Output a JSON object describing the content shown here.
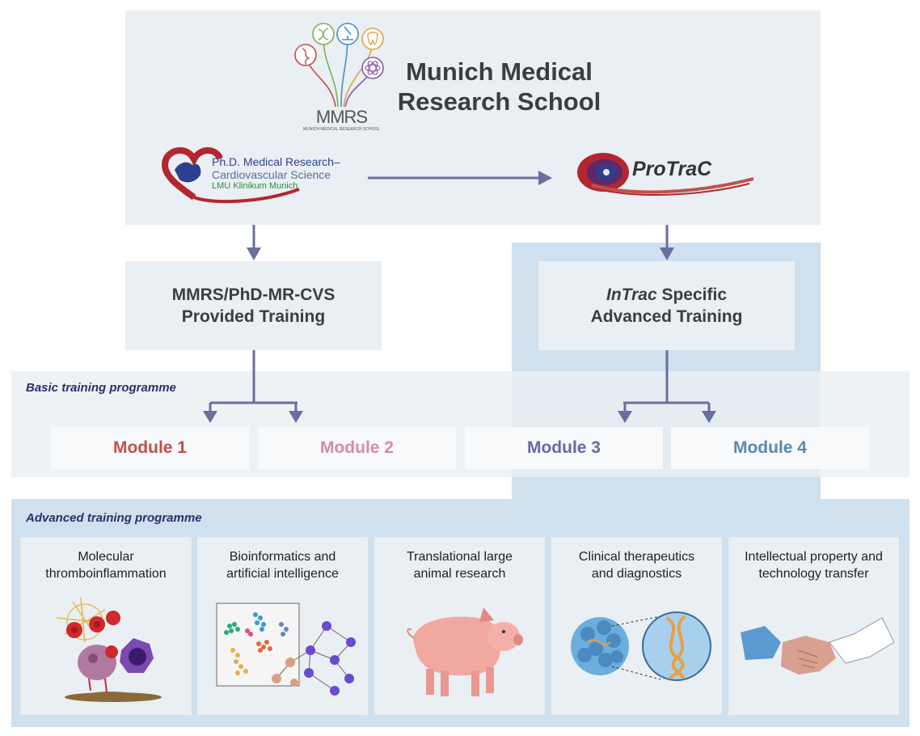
{
  "header": {
    "title_line1": "Munich Medical",
    "title_line2": "Research School",
    "mmrs_logo": {
      "acronym": "MMRS",
      "subtitle": "MUNICH MEDICAL RESEARCH SCHOOL",
      "icons": [
        "dna-icon",
        "microscope-icon",
        "tooth-icon",
        "vessel-icon",
        "atom-icon"
      ]
    },
    "phd_logo": {
      "line1": "Ph.D. Medical Research–",
      "line2": "Cardiovascular Science",
      "line3": "LMU Klinikum Munich"
    },
    "protrac_logo": {
      "name": "ProTraC"
    }
  },
  "boxes": {
    "left": {
      "line1": "MMRS/PhD-MR-CVS",
      "line2": "Provided Training"
    },
    "right": {
      "italic": "InTrac",
      "rest": " Specific",
      "line2": "Advanced Training"
    }
  },
  "basic": {
    "label": "Basic training programme",
    "modules": [
      {
        "label": "Module 1",
        "color": "#c0504d"
      },
      {
        "label": "Module 2",
        "color": "#d48bb0"
      },
      {
        "label": "Module 3",
        "color": "#6b67a8"
      },
      {
        "label": "Module 4",
        "color": "#5b88b0"
      }
    ]
  },
  "advanced": {
    "label": "Advanced training programme",
    "cards": [
      {
        "line1": "Molecular",
        "line2": "thromboinflammation",
        "icon": "thromboinflammation-icon"
      },
      {
        "line1": "Bioinformatics and",
        "line2": "artificial intelligence",
        "icon": "cluster-network-icon"
      },
      {
        "line1": "Translational large",
        "line2": "animal research",
        "icon": "pig-icon"
      },
      {
        "line1": "Clinical therapeutics",
        "line2": "and diagnostics",
        "icon": "nanoparticle-rna-icon"
      },
      {
        "line1": "Intellectual property and",
        "line2": "technology transfer",
        "icon": "handshake-icon"
      }
    ]
  },
  "colors": {
    "panel": "#e9eff3",
    "highlight": "#cfe0ee",
    "arrow": "#6b6e9e",
    "title": "#3d3d3d",
    "section_label": "#2b2f6b"
  }
}
